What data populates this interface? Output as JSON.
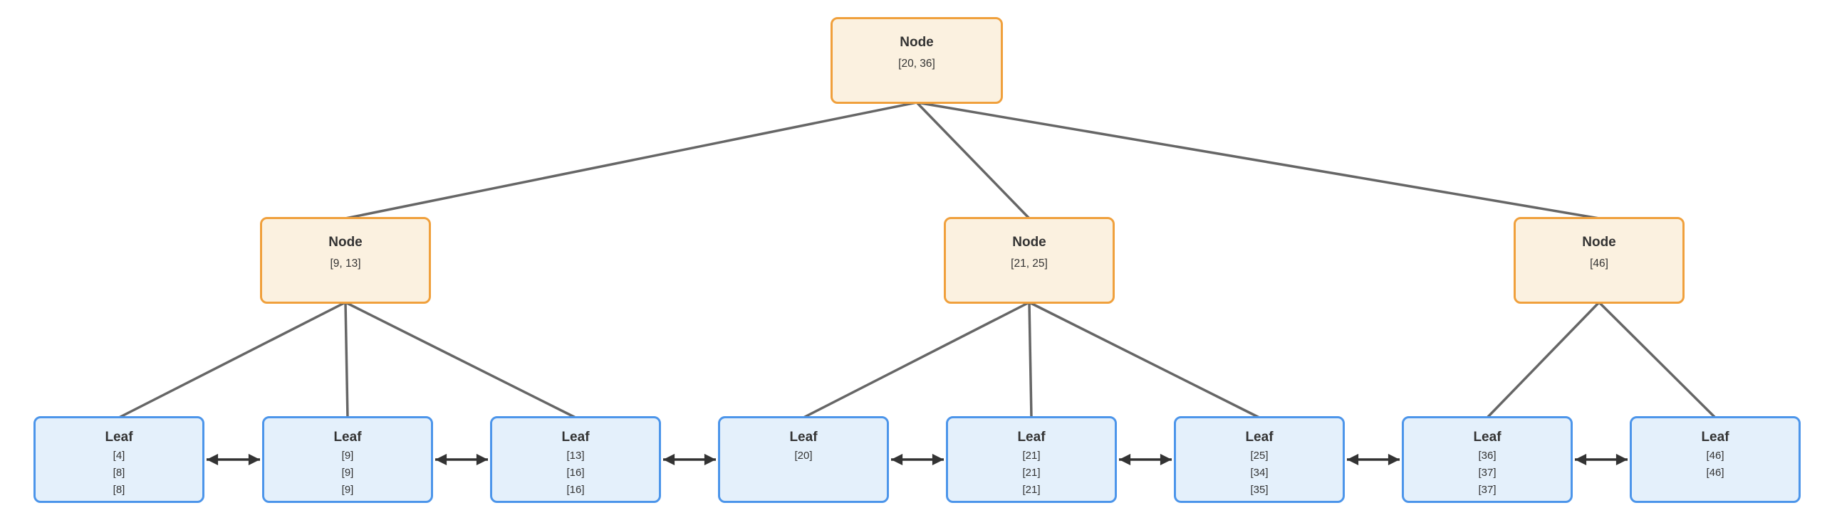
{
  "colors": {
    "node_border": "#F0A03C",
    "node_fill": "#FBF1E0",
    "leaf_border": "#4C95EA",
    "leaf_fill": "#E4F0FB",
    "edge": "#666666",
    "arrow": "#333333",
    "text": "#333333"
  },
  "tree": {
    "root": {
      "title": "Node",
      "keys": "[20, 36]"
    },
    "internal": [
      {
        "title": "Node",
        "keys": "[9, 13]"
      },
      {
        "title": "Node",
        "keys": "[21, 25]"
      },
      {
        "title": "Node",
        "keys": "[46]"
      }
    ],
    "leaves": [
      {
        "title": "Leaf",
        "values": [
          "[4]",
          "[8]",
          "[8]"
        ]
      },
      {
        "title": "Leaf",
        "values": [
          "[9]",
          "[9]",
          "[9]"
        ]
      },
      {
        "title": "Leaf",
        "values": [
          "[13]",
          "[16]",
          "[16]"
        ]
      },
      {
        "title": "Leaf",
        "values": [
          "[20]"
        ]
      },
      {
        "title": "Leaf",
        "values": [
          "[21]",
          "[21]",
          "[21]"
        ]
      },
      {
        "title": "Leaf",
        "values": [
          "[25]",
          "[34]",
          "[35]"
        ]
      },
      {
        "title": "Leaf",
        "values": [
          "[36]",
          "[37]",
          "[37]"
        ]
      },
      {
        "title": "Leaf",
        "values": [
          "[46]",
          "[46]"
        ]
      }
    ]
  }
}
